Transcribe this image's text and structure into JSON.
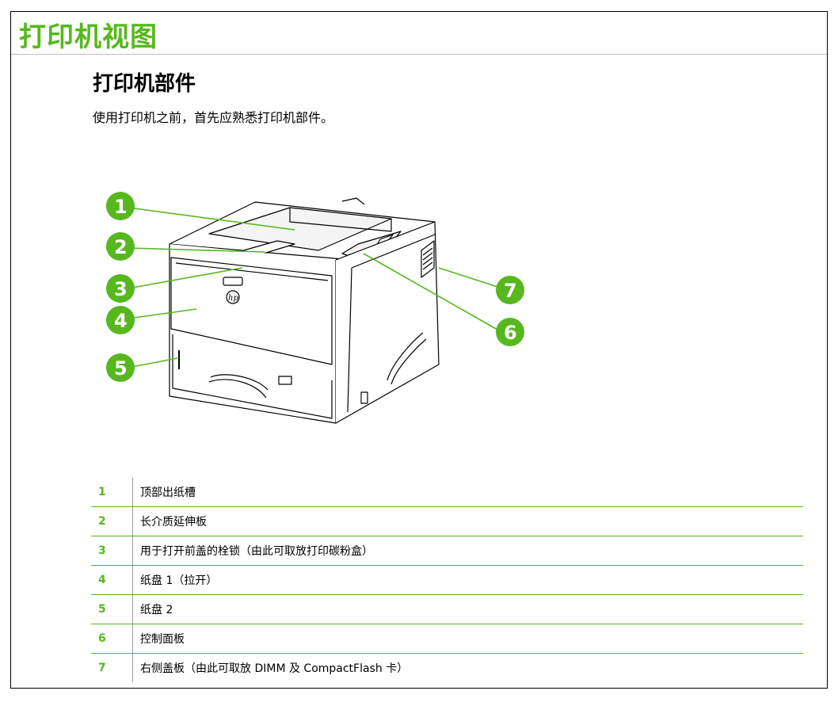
{
  "header": {
    "chapter_title": "打印机视图"
  },
  "main": {
    "section_title": "打印机部件",
    "intro": "使用打印机之前，首先应熟悉打印机部件。"
  },
  "figure": {
    "callouts": [
      "1",
      "2",
      "3",
      "4",
      "5",
      "6",
      "7"
    ],
    "logo_text": "hp",
    "accent_color": "#56b81e"
  },
  "parts": [
    {
      "num": "1",
      "desc": "顶部出纸槽"
    },
    {
      "num": "2",
      "desc": "长介质延伸板"
    },
    {
      "num": "3",
      "desc": "用于打开前盖的栓锁（由此可取放打印碳粉盒）"
    },
    {
      "num": "4",
      "desc": "纸盘 1（拉开）"
    },
    {
      "num": "5",
      "desc": "纸盘 2"
    },
    {
      "num": "6",
      "desc": "控制面板"
    },
    {
      "num": "7",
      "desc": "右侧盖板（由此可取放 DIMM 及 CompactFlash 卡）"
    }
  ]
}
